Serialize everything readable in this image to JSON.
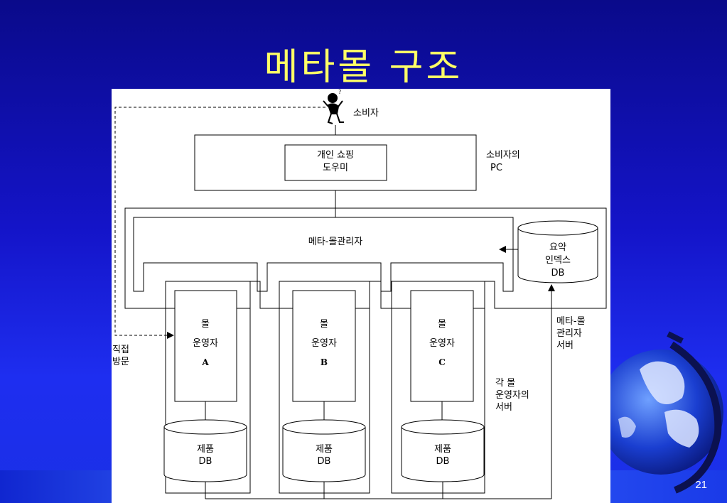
{
  "slide": {
    "title": "메타몰 구조",
    "page_number": "21"
  },
  "diagram": {
    "consumer_label": "소비자",
    "shopping_agent_line1": "개인 쇼핑",
    "shopping_agent_line2": "도우미",
    "consumer_pc_line1": "소비자의",
    "consumer_pc_line2": "PC",
    "meta_mall_manager": "메타-몰관리자",
    "summary_index_line1": "요약",
    "summary_index_line2": "인덱스",
    "summary_index_line3": "DB",
    "meta_server_line1": "메타-몰",
    "meta_server_line2": "관리자",
    "meta_server_line3": "서버",
    "direct_visit_line1": "직접",
    "direct_visit_line2": "방문",
    "mall_operators": [
      {
        "line1": "몰",
        "line2": "운영자",
        "letter": "A",
        "db_line1": "제품",
        "db_line2": "DB"
      },
      {
        "line1": "몰",
        "line2": "운영자",
        "letter": "B",
        "db_line1": "제품",
        "db_line2": "DB"
      },
      {
        "line1": "몰",
        "line2": "운영자",
        "letter": "C",
        "db_line1": "제품",
        "db_line2": "DB"
      }
    ],
    "mall_server_line1": "각  몰",
    "mall_server_line2": "운영자의",
    "mall_server_line3": "서버"
  },
  "colors": {
    "background_top": "#0a0a8a",
    "background_bottom": "#1e2ef0",
    "title": "#ffff66",
    "diagram_bg": "#ffffff",
    "line": "#000000"
  }
}
